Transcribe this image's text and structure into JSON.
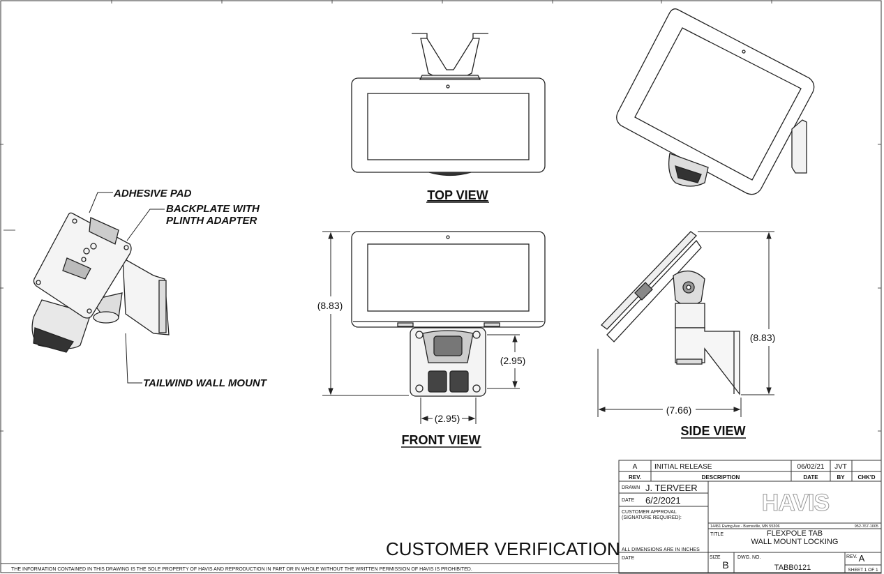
{
  "callouts": {
    "adhesive_pad": "ADHESIVE PAD",
    "backplate_1": "BACKPLATE WITH",
    "backplate_2": "PLINTH ADAPTER",
    "wall_mount": "TAILWIND WALL MOUNT"
  },
  "views": {
    "top": "TOP VIEW",
    "front": "FRONT VIEW",
    "side": "SIDE VIEW"
  },
  "dimensions": {
    "front_height": "(8.83)",
    "front_mount_height": "(2.95)",
    "front_mount_width": "(2.95)",
    "side_height": "(8.83)",
    "side_depth": "(7.66)"
  },
  "verification": "CUSTOMER VERIFICATION",
  "footer_notice": "THE INFORMATION CONTAINED IN THIS DRAWING IS THE SOLE PROPERTY OF HAVIS AND REPRODUCTION IN PART OR IN WHOLE WITHOUT THE WRITTEN PERMISSION OF HAVIS IS PROHIBITED.",
  "revision_table": {
    "row": {
      "rev": "A",
      "description": "INITIAL RELEASE",
      "date": "06/02/21",
      "by": "JVT",
      "chkd": ""
    },
    "headers": {
      "rev": "REV.",
      "description": "DESCRIPTION",
      "date": "DATE",
      "by": "BY",
      "chkd": "CHK'D"
    }
  },
  "title_block": {
    "drawn_label": "DRAWN",
    "drawn_value": "J. TERVEER",
    "date_label": "DATE",
    "date_value": "6/2/2021",
    "approval_label_1": "CUSTOMER APPROVAL",
    "approval_label_2": "(SIGNATURE REQUIRED):",
    "dims_note": "ALL DIMENSIONS ARE IN INCHES",
    "date2_label": "DATE",
    "logo": "HAVIS",
    "address": "14451 Ewing Ave - Burnsville, MN 55306",
    "phone": "952-767-1005",
    "title_label": "TITLE",
    "title_1": "FLEXPOLE TAB",
    "title_2": "WALL MOUNT LOCKING",
    "size_label": "SIZE",
    "size_value": "B",
    "dwg_label": "DWG.  NO.",
    "dwg_value": "TABB0121",
    "rev_label": "REV.",
    "rev_value": "A",
    "sheet": "SHEET 1 OF 1"
  }
}
